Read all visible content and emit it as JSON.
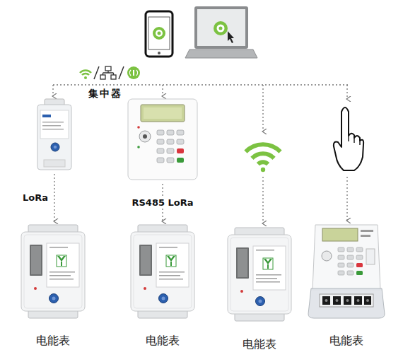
{
  "diagram": {
    "nodes": [
      {
        "text": []
      },
      {
        "text": []
      },
      {
        "text": [
          "电能表"
        ]
      },
      {
        "text": [
          "电能表"
        ]
      },
      {
        "text": [
          "电能表"
        ]
      },
      {
        "text": [
          "电能表"
        ]
      }
    ],
    "edges": [
      {
        "from": 0,
        "to": 2,
        "arrow": "to",
        "label": "LoRa"
      },
      {
        "from": 1,
        "to": 3,
        "arrow": "to",
        "label": "RS485 LoRa"
      }
    ],
    "labels": [
      "集中器"
    ]
  }
}
